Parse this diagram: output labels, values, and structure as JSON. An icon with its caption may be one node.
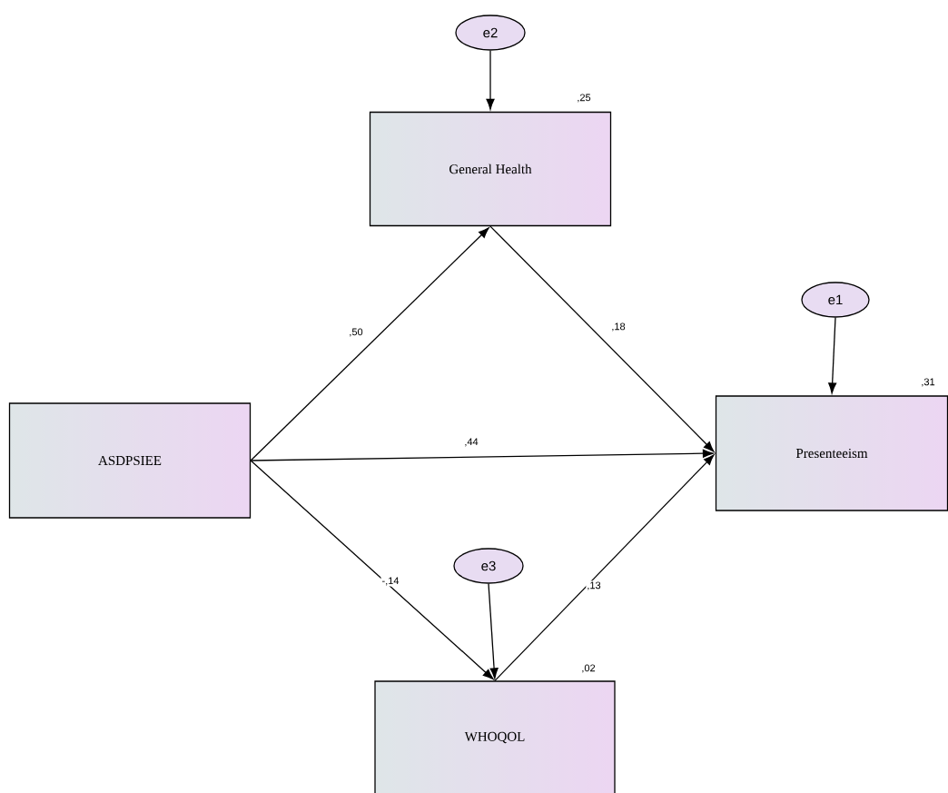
{
  "diagram": {
    "nodes": [
      {
        "text": [
          "General Health"
        ],
        "beside": [
          ",25"
        ]
      },
      {
        "text": [
          "e2"
        ]
      },
      {
        "text": [
          "ASDPSIEE"
        ]
      },
      {
        "text": [
          "Presenteeism"
        ],
        "beside": [
          ",31"
        ]
      },
      {
        "text": [
          "e1"
        ]
      },
      {
        "text": [
          "e3"
        ]
      },
      {
        "text": [
          "WHOQOL"
        ],
        "beside": [
          ",02"
        ]
      }
    ],
    "edges": [
      {
        "from": 1,
        "to": 0,
        "arrow": "to"
      },
      {
        "from": 2,
        "to": 0,
        "arrow": "to",
        "label": ",50"
      },
      {
        "from": 0,
        "to": 3,
        "arrow": "to",
        "label": ",18"
      },
      {
        "from": 4,
        "to": 3,
        "arrow": "to"
      },
      {
        "from": 2,
        "to": 3,
        "arrow": "to",
        "label": ",44"
      },
      {
        "from": 2,
        "to": 6,
        "arrow": "to",
        "label": "-,14"
      },
      {
        "from": 5,
        "to": 6,
        "arrow": "to"
      },
      {
        "from": 6,
        "to": 3,
        "arrow": "to",
        "label": ",13"
      }
    ]
  }
}
